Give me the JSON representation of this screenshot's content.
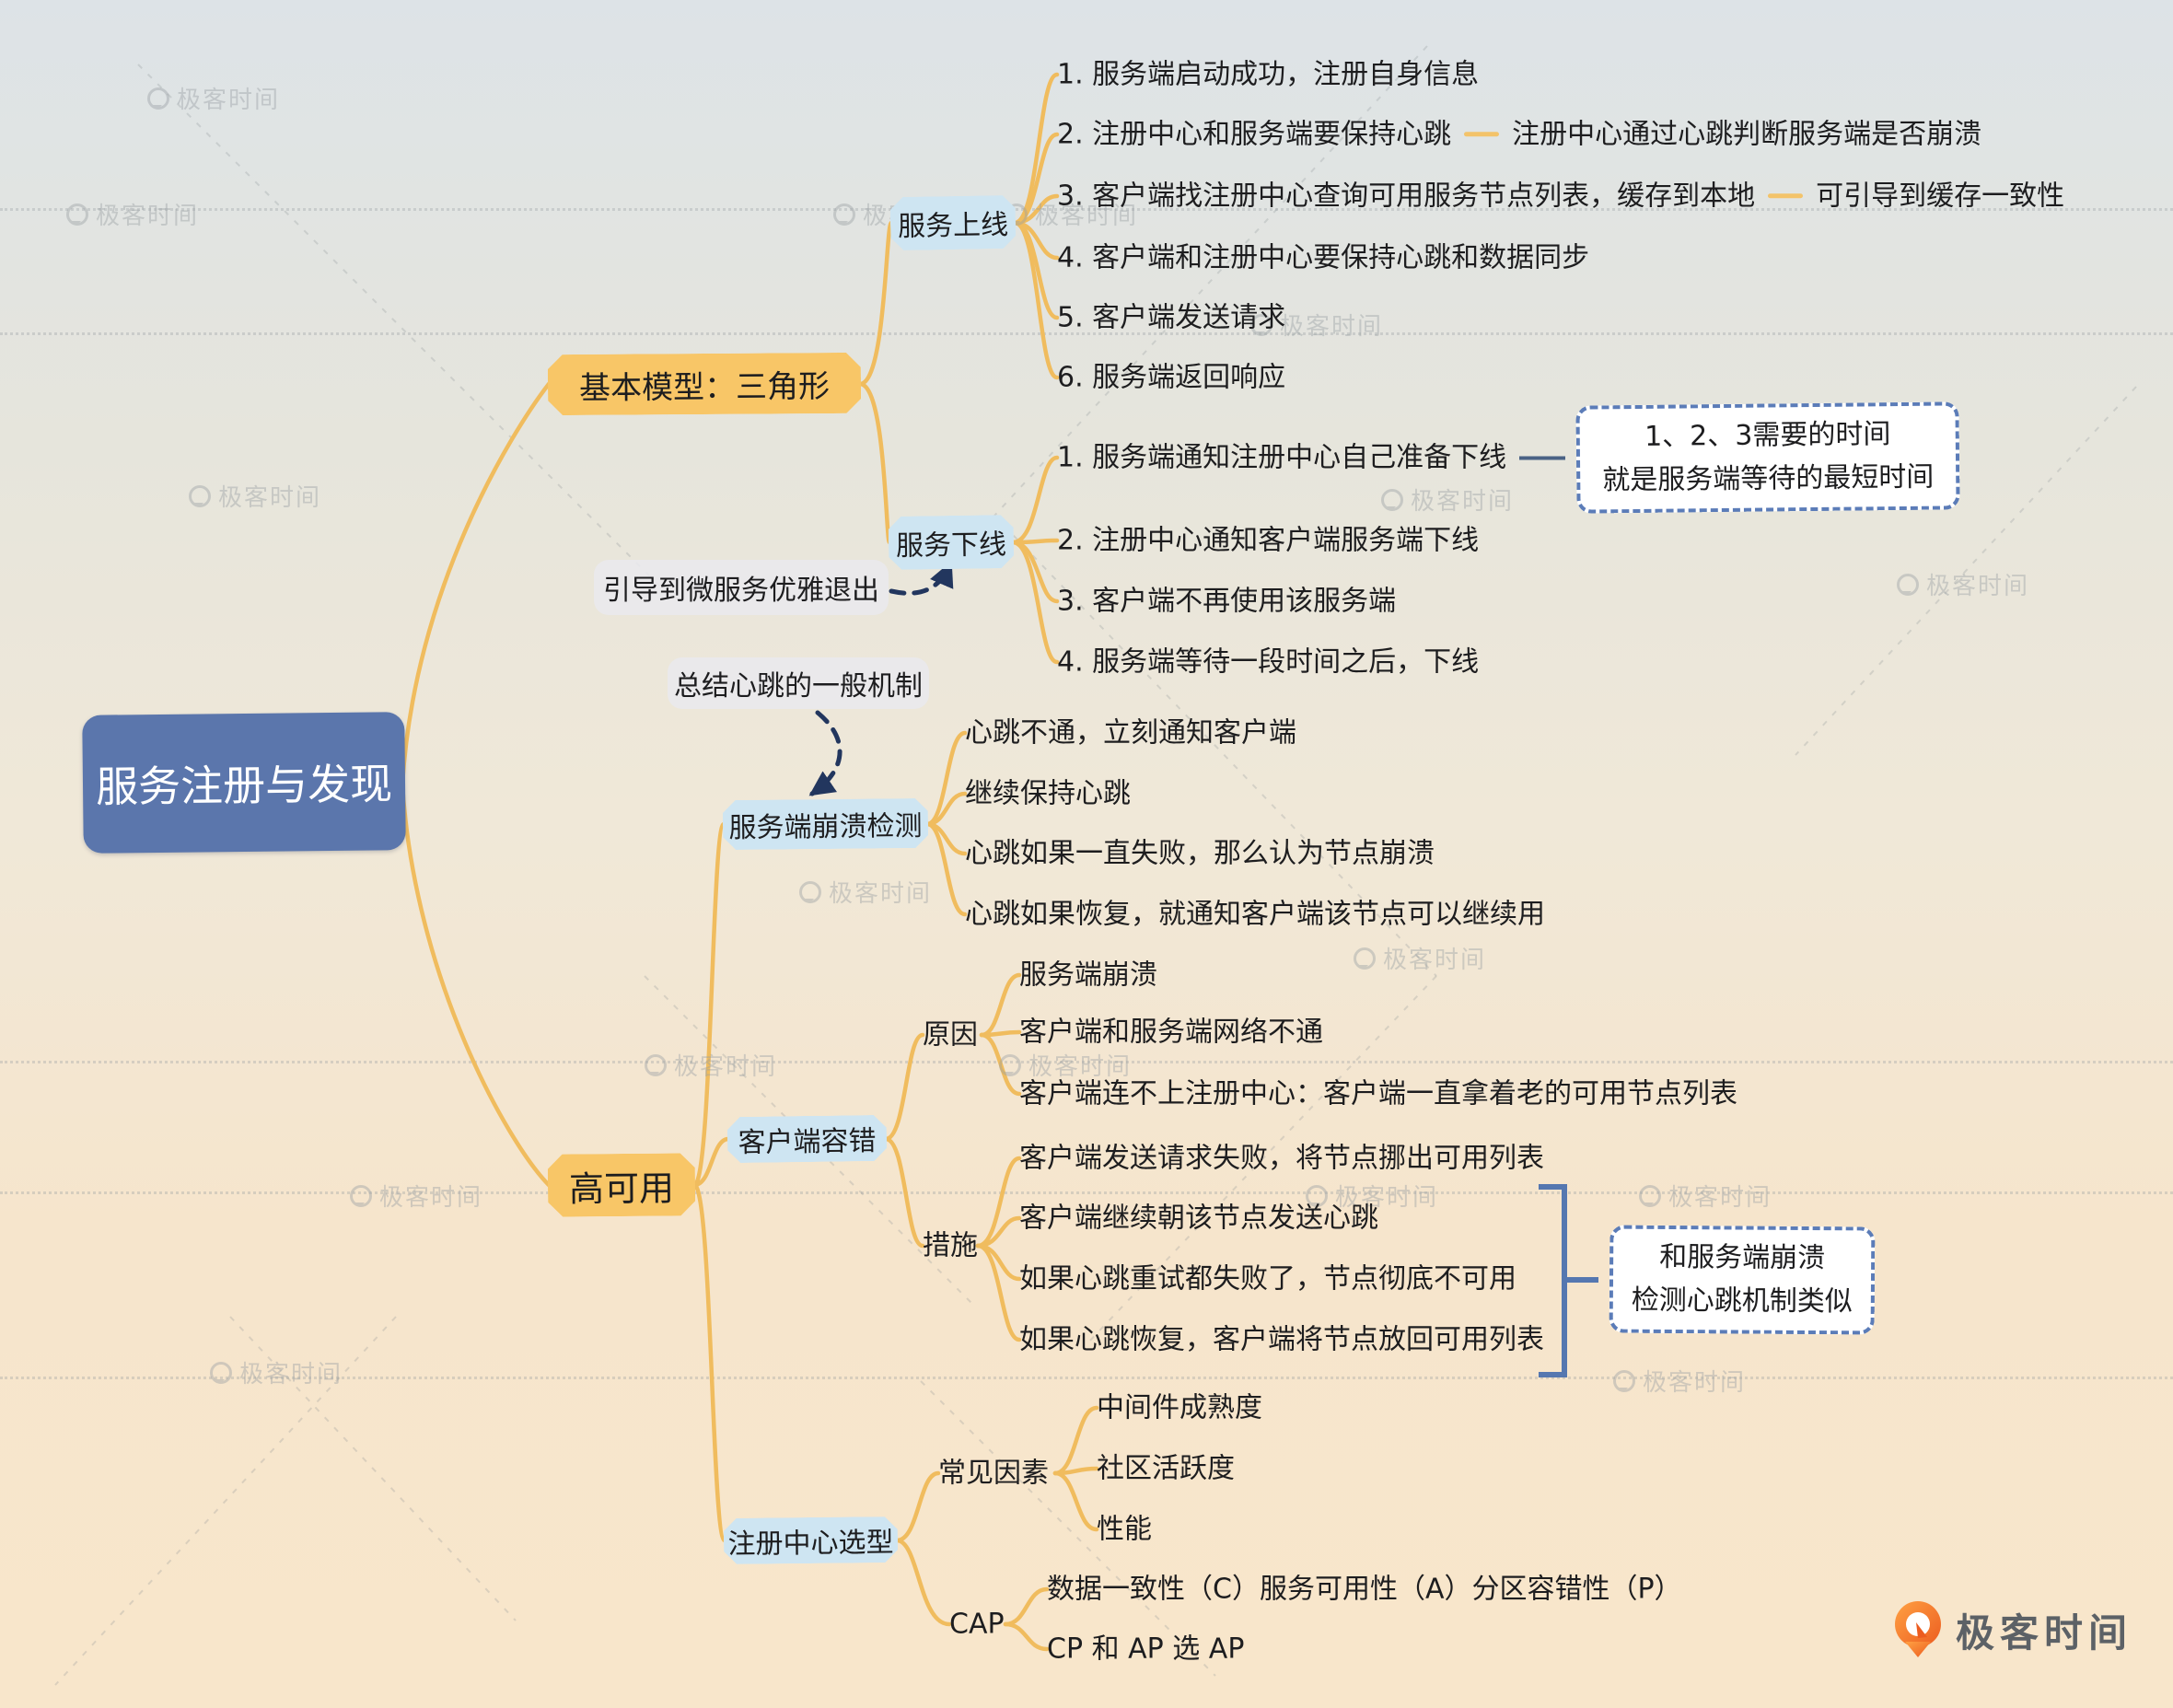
{
  "title": "服务注册与发现",
  "root": {
    "label": "服务注册与发现"
  },
  "model": {
    "label": "基本模型：三角形",
    "online": {
      "label": "服务上线",
      "items": [
        "1. 服务端启动成功，注册自身信息",
        "2. 注册中心和服务端要保持心跳",
        "3. 客户端找注册中心查询可用服务节点列表，缓存到本地",
        "4. 客户端和注册中心要保持心跳和数据同步",
        "5. 客户端发送请求",
        "6. 服务端返回响应"
      ],
      "item2_note": "注册中心通过心跳判断服务端是否崩溃",
      "item3_note": "可引导到缓存一致性"
    },
    "offline": {
      "label": "服务下线",
      "items": [
        "1. 服务端通知注册中心自己准备下线",
        "2. 注册中心通知客户端服务端下线",
        "3. 客户端不再使用该服务端",
        "4. 服务端等待一段时间之后，下线"
      ],
      "callout": [
        "1、2、3需要的时间",
        "就是服务端等待的最短时间"
      ]
    },
    "note_graceful": "引导到微服务优雅退出"
  },
  "ha": {
    "label": "高可用",
    "note_heartbeat": "总结心跳的一般机制",
    "crash": {
      "label": "服务端崩溃检测",
      "items": [
        "心跳不通，立刻通知客户端",
        "继续保持心跳",
        "心跳如果一直失败，那么认为节点崩溃",
        "心跳如果恢复，就通知客户端该节点可以继续用"
      ]
    },
    "tolerance": {
      "label": "客户端容错",
      "reason": {
        "label": "原因",
        "items": [
          "服务端崩溃",
          "客户端和服务端网络不通",
          "客户端连不上注册中心：客户端一直拿着老的可用节点列表"
        ]
      },
      "measure": {
        "label": "措施",
        "items": [
          "客户端发送请求失败，将节点挪出可用列表",
          "客户端继续朝该节点发送心跳",
          "如果心跳重试都失败了，节点彻底不可用",
          "如果心跳恢复，客户端将节点放回可用列表"
        ],
        "callout": [
          "和服务端崩溃",
          "检测心跳机制类似"
        ]
      }
    },
    "selection": {
      "label": "注册中心选型",
      "factors": {
        "label": "常见因素",
        "items": [
          "中间件成熟度",
          "社区活跃度",
          "性能"
        ]
      },
      "cap": {
        "label": "CAP",
        "items": [
          "数据一致性（C）服务可用性（A）分区容错性（P）",
          "CP 和 AP 选 AP"
        ]
      }
    }
  },
  "watermark": "极客时间",
  "logo": "极客时间",
  "colors": {
    "connector": "#f0bc5e",
    "topic_fill": "#f8c667",
    "subtopic_fill": "#cee5f2",
    "root_fill": "#5b76ac",
    "navy": "#22365e",
    "callout_border": "#5b7cb8",
    "bracket": "#5577b0"
  }
}
